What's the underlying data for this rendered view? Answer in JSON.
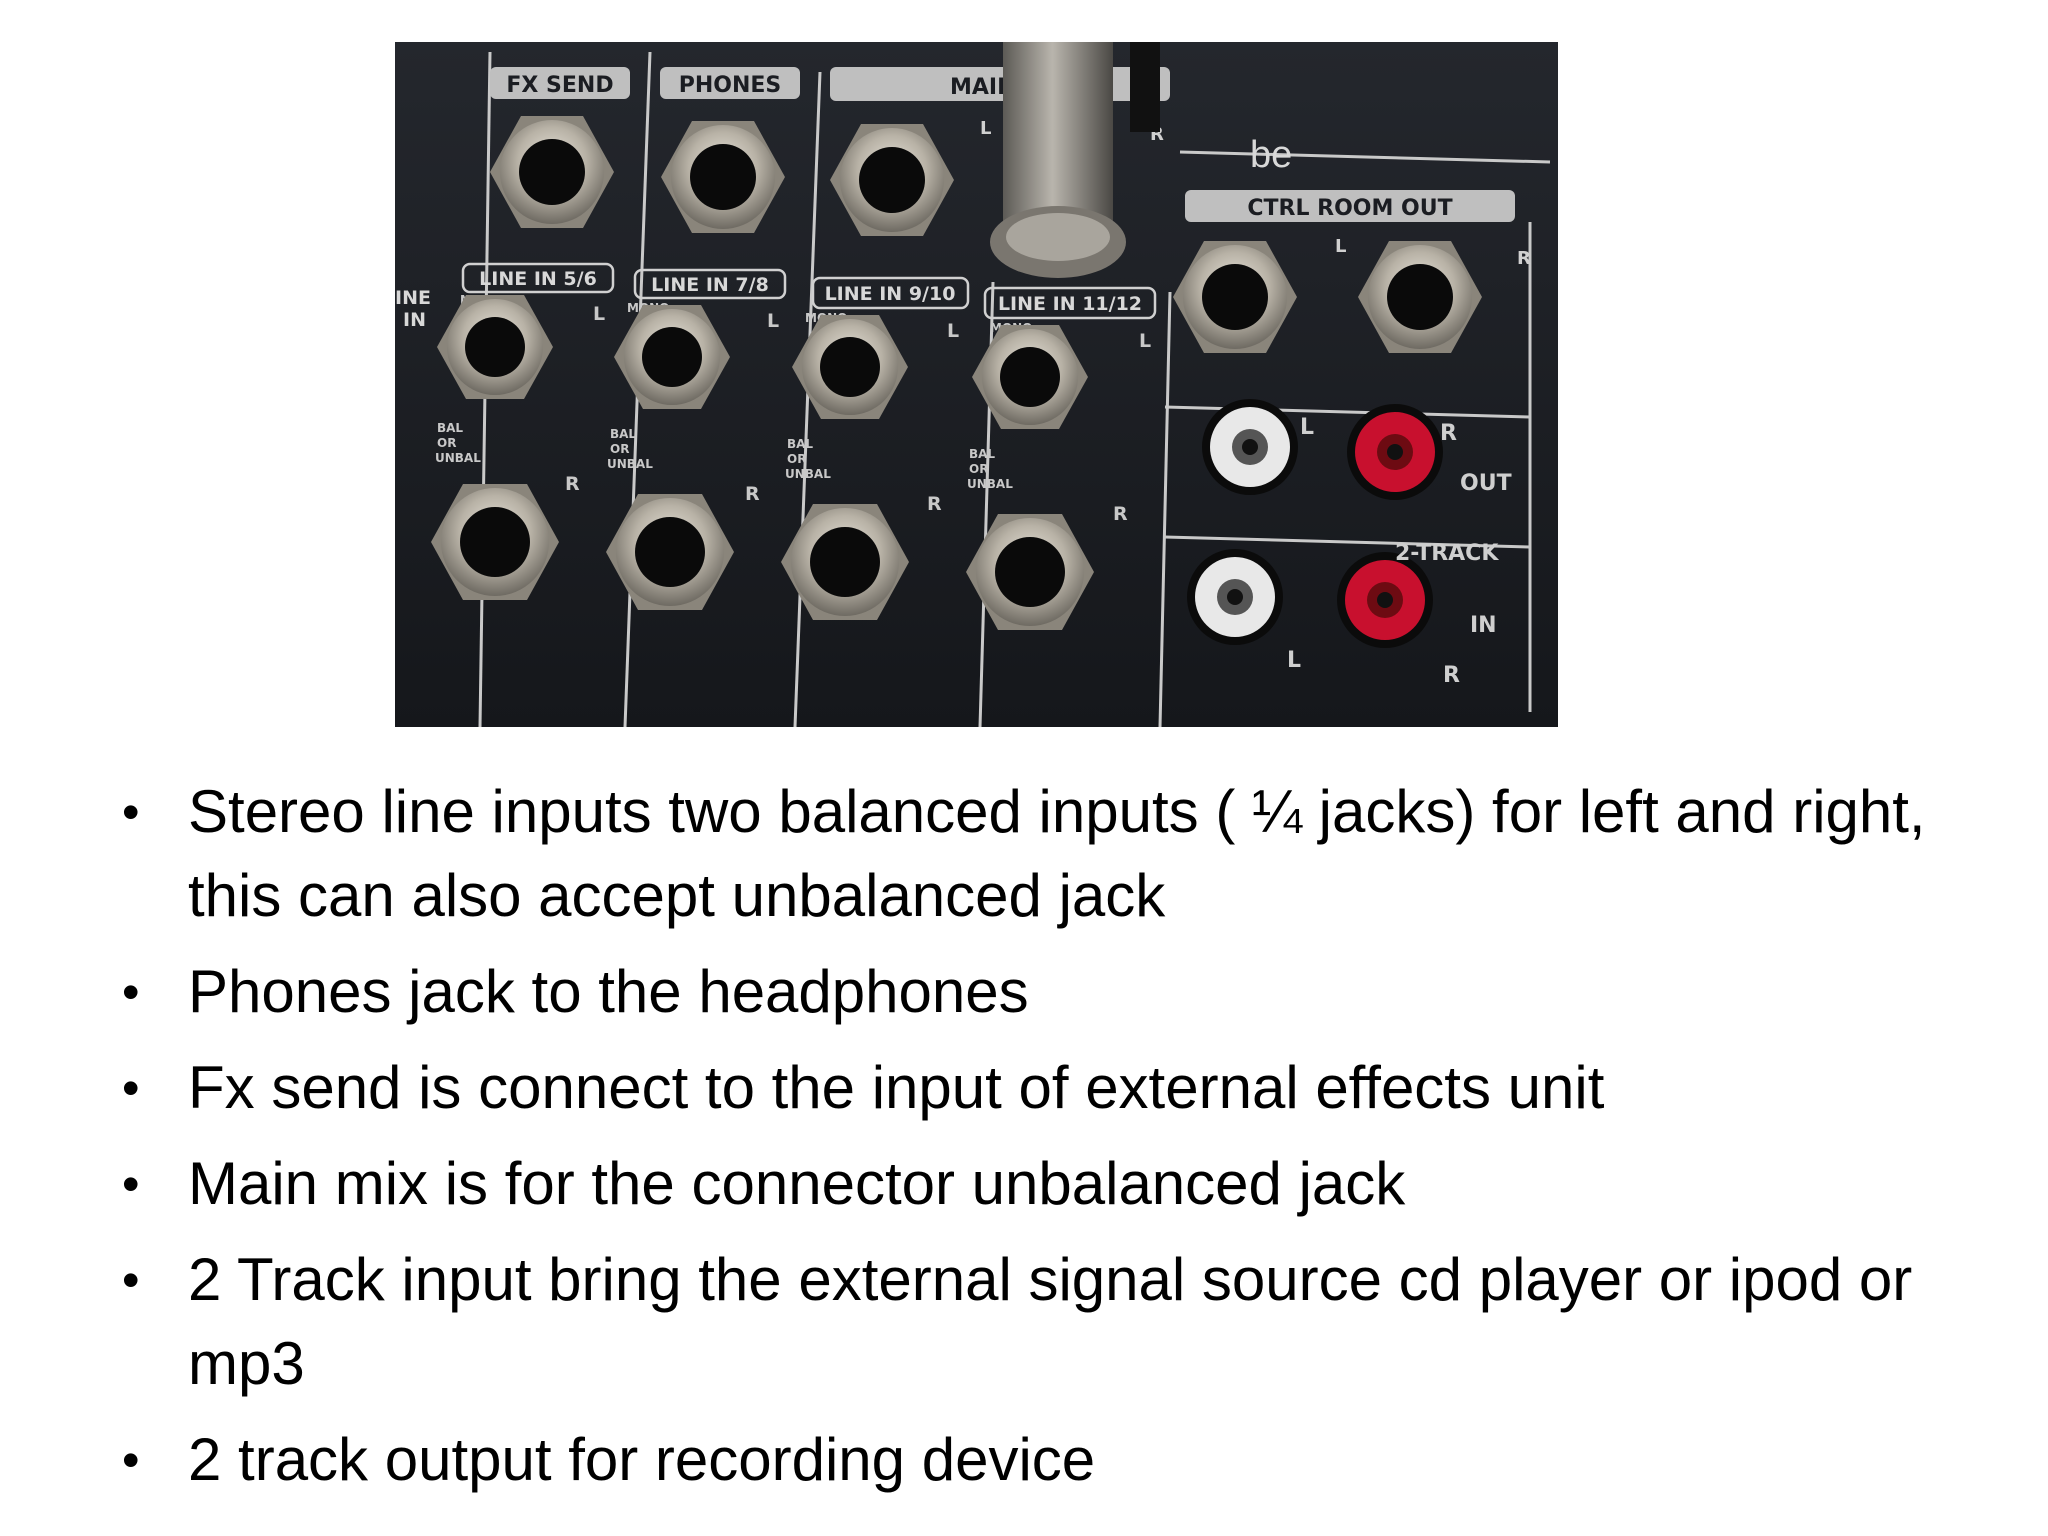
{
  "photo": {
    "panel_labels": {
      "fx_send": "FX SEND",
      "phones": "PHONES",
      "main": "MAIN",
      "main_l": "L",
      "main_r": "R",
      "brand": "be",
      "ctrl_room_out": "CTRL ROOM OUT",
      "ctrl_l": "L",
      "ctrl_r": "R",
      "line_in_edge": "INE",
      "line_in_edge2": "IN",
      "line_in_5_6": "LINE IN 5/6",
      "line_in_7_8": "LINE IN 7/8",
      "line_in_9_10": "LINE IN 9/10",
      "line_in_11_12": "LINE IN 11/12",
      "mono": "MONO",
      "left": "L",
      "right": "R",
      "bal": "BAL",
      "or": "OR",
      "unbal": "UNBAL",
      "out": "OUT",
      "two_track": "2-TRACK",
      "in": "IN"
    },
    "colors": {
      "panel": "#1b1d22",
      "rca_red": "#c8102e",
      "rca_white": "#e8e8e8",
      "jack_metal": "#b8b2a6"
    }
  },
  "bullets": [
    "Stereo line inputs  two balanced inputs ( ¼ jacks) for left and right, this can also accept unbalanced jack",
    "Phones jack to the headphones",
    "Fx send is connect to the input of external effects unit",
    "Main mix is for the connector unbalanced jack",
    "2 Track input bring the external signal source cd player or ipod or mp3",
    "2 track output for recording device"
  ],
  "bullet_symbol": "•"
}
